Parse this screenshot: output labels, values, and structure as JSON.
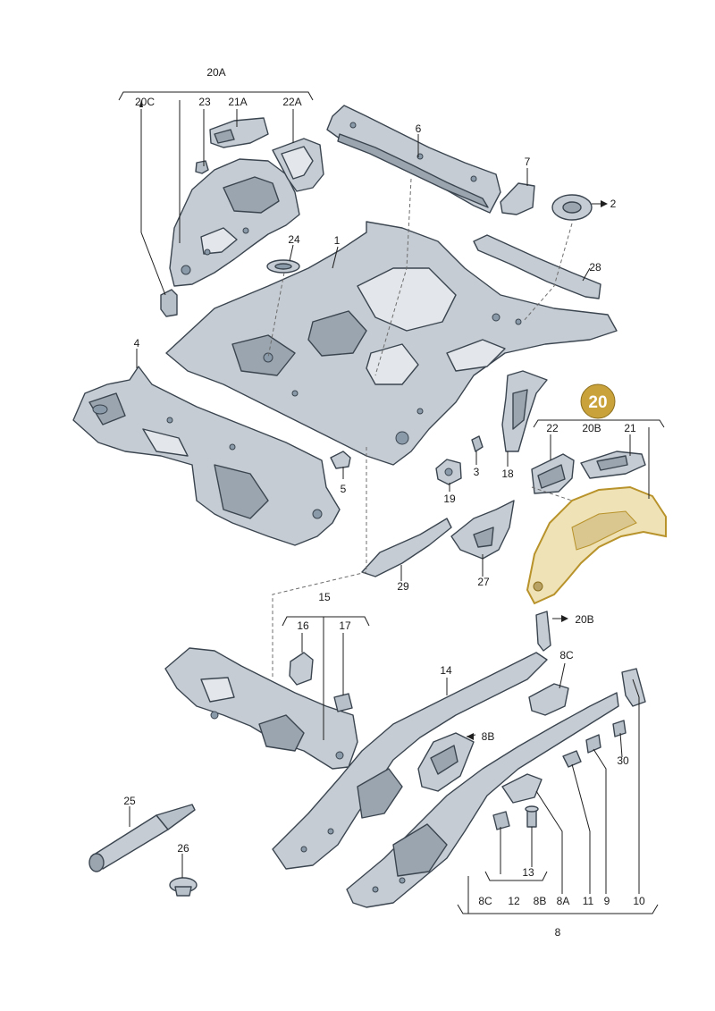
{
  "diagram": {
    "highlight_badge": "20",
    "colors": {
      "part_fill": "#c5ccd3",
      "part_shadow": "#9aa5af",
      "part_light": "#e3e7eb",
      "highlight_fill": "#efe2b6",
      "highlight_stroke": "#b8922a",
      "badge_fill": "#c9a23c"
    },
    "labels": {
      "l20A": "20A",
      "l20C": "20C",
      "l23": "23",
      "l21A": "21A",
      "l22A": "22A",
      "l6": "6",
      "l7": "7",
      "l2": "2",
      "l24": "24",
      "l1": "1",
      "l28": "28",
      "l4": "4",
      "l5": "5",
      "l3": "3",
      "l19": "19",
      "l18": "18",
      "l22": "22",
      "l20B_top": "20B",
      "l21": "21",
      "l20B_side": "20B",
      "l29": "29",
      "l27": "27",
      "l15": "15",
      "l16": "16",
      "l17": "17",
      "l14": "14",
      "l8C_top": "8C",
      "l8B_mid": "8B",
      "l30": "30",
      "l25": "25",
      "l26": "26",
      "l13": "13",
      "l8C_bottom": "8C",
      "l12": "12",
      "l8B_bottom": "8B",
      "l8A": "8A",
      "l11": "11",
      "l9": "9",
      "l10": "10",
      "l8": "8"
    }
  }
}
